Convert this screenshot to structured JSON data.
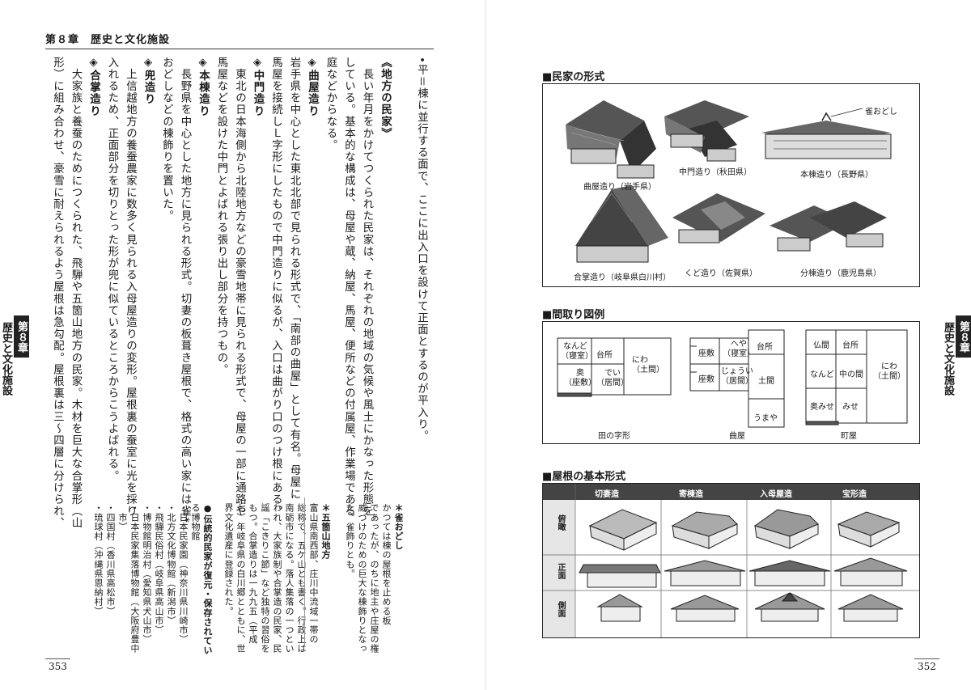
{
  "left": {
    "chapter": "第８章　歴史と文化施設",
    "page_number": "353",
    "tab": {
      "num": "第８章",
      "label": "歴史と文化施設"
    },
    "columns": [
      "•平＝棟に並行する面で、ここに出入口を設けて正面とするのが平入り。",
      "",
      "《地方の民家》",
      "　長い年月をかけてつくられた民家は、それぞれの地域の気候や風土にかなった形態を",
      "している。基本的な構成は、母屋や蔵、納屋、馬屋、便所などの付属屋、作業場である",
      "庭などからなる。",
      "◈曲屋造り",
      "岩手県を中心とした東北北部で見られる形式で、「南部の曲屋」として有名。母屋に",
      "馬屋を接続しＬ字形にしたもので中門造りに似るが、入口は曲がり口のつけ根にある。",
      "◈中門造り",
      "　東北の日本海側から北陸地方などの豪雪地帯に見られる形式で、母屋の一部に通路や",
      "馬屋などを設けた中門とよばれる張り出し部分を持つもの。",
      "◈本棟造り",
      "　長野県を中心とした地方に見られる形式。切妻の板葺き屋根で、格式の高い家には雀*",
      "おどしなどの棟飾りを置いた。",
      "◈兜造り",
      "　上信越地方の養蚕農家に数多く見られる入母屋造りの変形。屋根裏の蚕室に光を採り",
      "入れるため、正面部分を切りとった形が兜に似ているところからこうよばれる。",
      "◈合掌造り",
      "　大家族と養蚕のためにつくられた、飛騨や五箇山地方の民家。木材を巨大な合掌形（山",
      "形）に組み合わせ、豪雪に耐えられるよう屋根は急勾配。屋根裏は三～四層に分けられ、"
    ],
    "notes1": [
      "＊雀おどし",
      "かつては棟の屋根を止める板",
      "であったが、のちに地主や庄屋の権",
      "威づけのための巨大な棟飾りとなっ",
      "た。雀飾りとも。"
    ],
    "notes2": [
      "＊五箇山地方",
      "富山県南西部、庄川中流域一帯の",
      "総称で、五ケ山とも書く。行政上は",
      "南砺市になる。落人集落の一つとい",
      "われ、大家族制や合掌造の民家、民",
      "謡「こきりこ節」など独特の習俗を",
      "もつ。合掌造りは一九九五（平成",
      "七）年岐阜県の白川郷とともに、世",
      "界文化遺産に登録された。"
    ],
    "notes3": [
      "●伝統的民家が復元・保存されてい",
      "る博物館",
      "・日本民家園（神奈川県川崎市）",
      "・北方文化博物館（新潟市）",
      "・飛驒民俗村（岐阜県高山市）",
      "・博物館明治村（愛知県犬山市）",
      "・日本民家集落博物館（大阪府豊中",
      "　市）",
      "・四国村（香川県高松市）",
      "・琉球村（沖縄県恩納村）"
    ]
  },
  "right": {
    "page_number": "352",
    "tab": {
      "num": "第８章",
      "label": "歴史と文化施設"
    },
    "section1": {
      "title": "■民家の形式",
      "houses": [
        "曲屋造り（岩手県）",
        "中門造り（秋田県）",
        "本棟造り（長野県）",
        "合掌造り（岐阜県白川村）",
        "くど造り（佐賀県）",
        "分棟造り（鹿児島県）"
      ],
      "callout": "雀おどし"
    },
    "section2": {
      "title": "■間取り図例",
      "plans": [
        {
          "caption": "田の字形",
          "rooms": [
            "なんど\n（寝室）",
            "台所",
            "にわ\n（土間）",
            "奥\n（座敷）",
            "でい\n（居間）"
          ]
        },
        {
          "caption": "曲屋",
          "rooms": [
            "座敷",
            "へや\n（寝室）",
            "台所",
            "座敷",
            "じょうい\n（居間）",
            "土間",
            "うまや"
          ]
        },
        {
          "caption": "町屋",
          "rooms": [
            "仏間",
            "台所",
            "なんど",
            "中の間",
            "にわ\n（土間）",
            "奥みせ",
            "みせ"
          ]
        }
      ]
    },
    "section3": {
      "title": "■屋根の基本形式",
      "columns": [
        "切妻造",
        "寄棟造",
        "入母屋造",
        "宝形造"
      ],
      "rows": [
        "俯瞰",
        "正面",
        "側面"
      ]
    }
  }
}
